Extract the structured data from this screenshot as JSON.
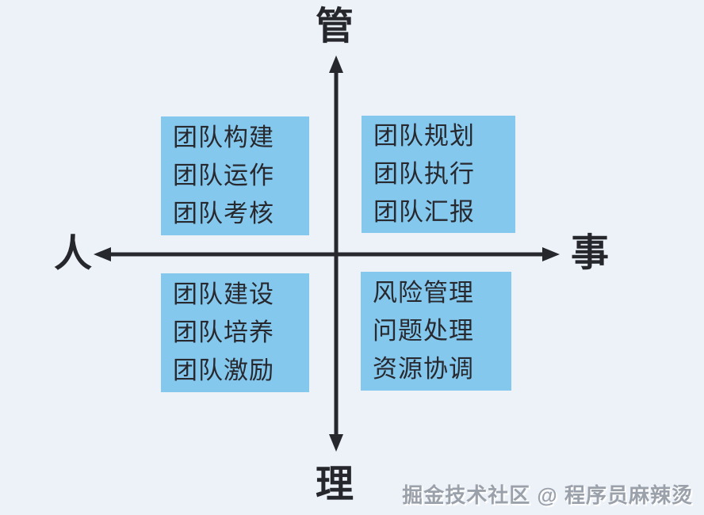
{
  "page": {
    "background_color": "#edf2f9"
  },
  "axes": {
    "top_label": "管",
    "bottom_label": "理",
    "left_label": "人",
    "right_label": "事",
    "line_color": "#26282e"
  },
  "quadrants": {
    "top_left": {
      "items": [
        "团队构建",
        "团队运作",
        "团队考核"
      ]
    },
    "top_right": {
      "items": [
        "团队规划",
        "团队执行",
        "团队汇报"
      ]
    },
    "bottom_left": {
      "items": [
        "团队建设",
        "团队培养",
        "团队激励"
      ]
    },
    "bottom_right": {
      "items": [
        "风险管理",
        "问题处理",
        "资源协调"
      ]
    }
  },
  "colors": {
    "quadrant_box": "#85c8ee",
    "text": "#27292f",
    "axis": "#26282e",
    "watermark": "#9ba1aa"
  },
  "watermark": {
    "text": "掘金技术社区 @ 程序员麻辣烫"
  }
}
